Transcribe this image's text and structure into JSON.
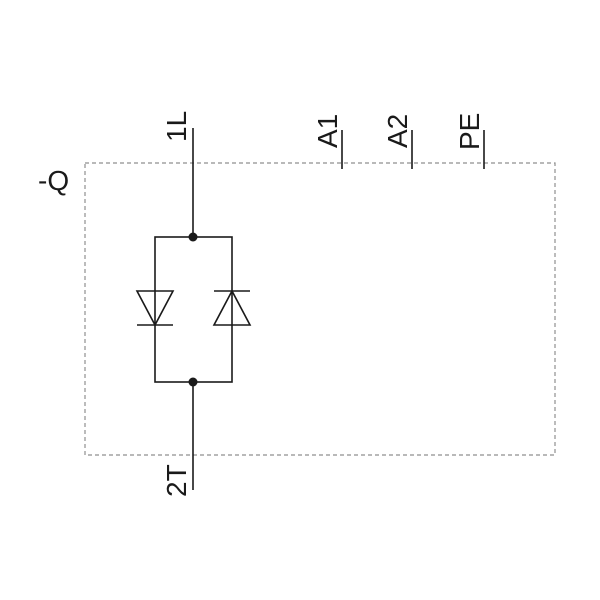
{
  "diagram": {
    "device_label": "-Q",
    "terminals": {
      "line_input": "1L",
      "load_output": "2T",
      "control_a1": "A1",
      "control_a2": "A2",
      "protective_earth": "PE"
    },
    "symbols": {
      "left_branch": "thyristor-down-icon",
      "right_branch": "thyristor-up-icon"
    },
    "colors": {
      "conductor": "#1a1a1a",
      "enclosure_border": "#8f8f8f",
      "background": "#ffffff"
    }
  }
}
